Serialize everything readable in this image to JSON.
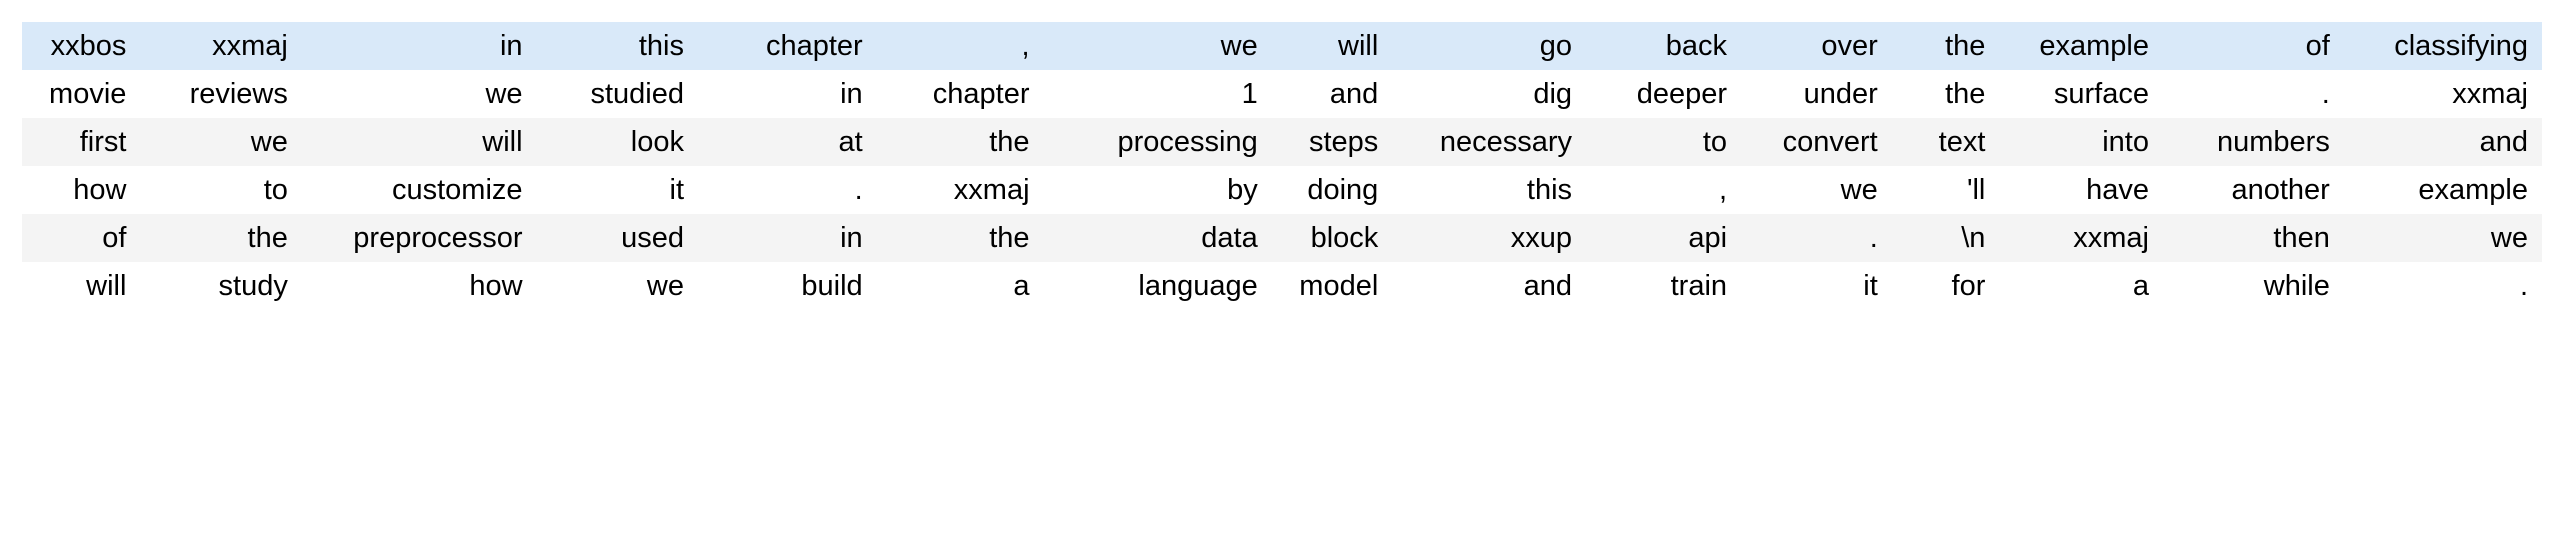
{
  "table": {
    "name": "tokenized-text-table",
    "description": "Tokenized text sample shown as a grid of token cells",
    "row_count": 6,
    "column_count": 15,
    "colors": {
      "highlight_row_bg": "#d9e9f9",
      "odd_row_bg": "#ffffff",
      "even_row_bg": "#f4f4f4",
      "text": "#000000",
      "page_bg": "#ffffff"
    },
    "rows": [
      {
        "style": "highlight",
        "cells": [
          "xxbos",
          "xxmaj",
          "in",
          "this",
          "chapter",
          ",",
          "we",
          "will",
          "go",
          "back",
          "over",
          "the",
          "example",
          "of",
          "classifying"
        ]
      },
      {
        "style": "odd",
        "cells": [
          "movie",
          "reviews",
          "we",
          "studied",
          "in",
          "chapter",
          "1",
          "and",
          "dig",
          "deeper",
          "under",
          "the",
          "surface",
          ".",
          "xxmaj"
        ]
      },
      {
        "style": "even",
        "cells": [
          "first",
          "we",
          "will",
          "look",
          "at",
          "the",
          "processing",
          "steps",
          "necessary",
          "to",
          "convert",
          "text",
          "into",
          "numbers",
          "and"
        ]
      },
      {
        "style": "odd",
        "cells": [
          "how",
          "to",
          "customize",
          "it",
          ".",
          "xxmaj",
          "by",
          "doing",
          "this",
          ",",
          "we",
          "'ll",
          "have",
          "another",
          "example"
        ]
      },
      {
        "style": "even",
        "cells": [
          "of",
          "the",
          "preprocessor",
          "used",
          "in",
          "the",
          "data",
          "block",
          "xxup",
          "api",
          ".",
          "\\n",
          "xxmaj",
          "then",
          "we"
        ]
      },
      {
        "style": "odd",
        "cells": [
          "will",
          "study",
          "how",
          "we",
          "build",
          "a",
          "language",
          "model",
          "and",
          "train",
          "it",
          "for",
          "a",
          "while",
          "."
        ]
      }
    ]
  }
}
